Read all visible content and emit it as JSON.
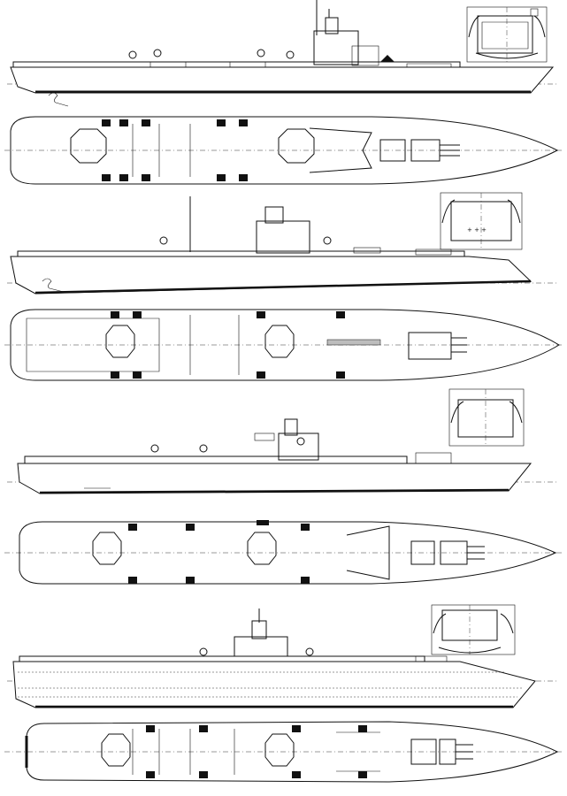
{
  "figure": {
    "kind": "ship-plans",
    "subject_icon": "aircraft-carrier-plans",
    "line_color": "#111111",
    "background": "#ffffff"
  },
  "designs": [
    {
      "views": [
        "profile",
        "plan",
        "section"
      ]
    },
    {
      "views": [
        "profile",
        "plan",
        "section"
      ]
    },
    {
      "views": [
        "profile",
        "plan",
        "section"
      ]
    },
    {
      "views": [
        "profile",
        "plan",
        "section"
      ]
    }
  ]
}
